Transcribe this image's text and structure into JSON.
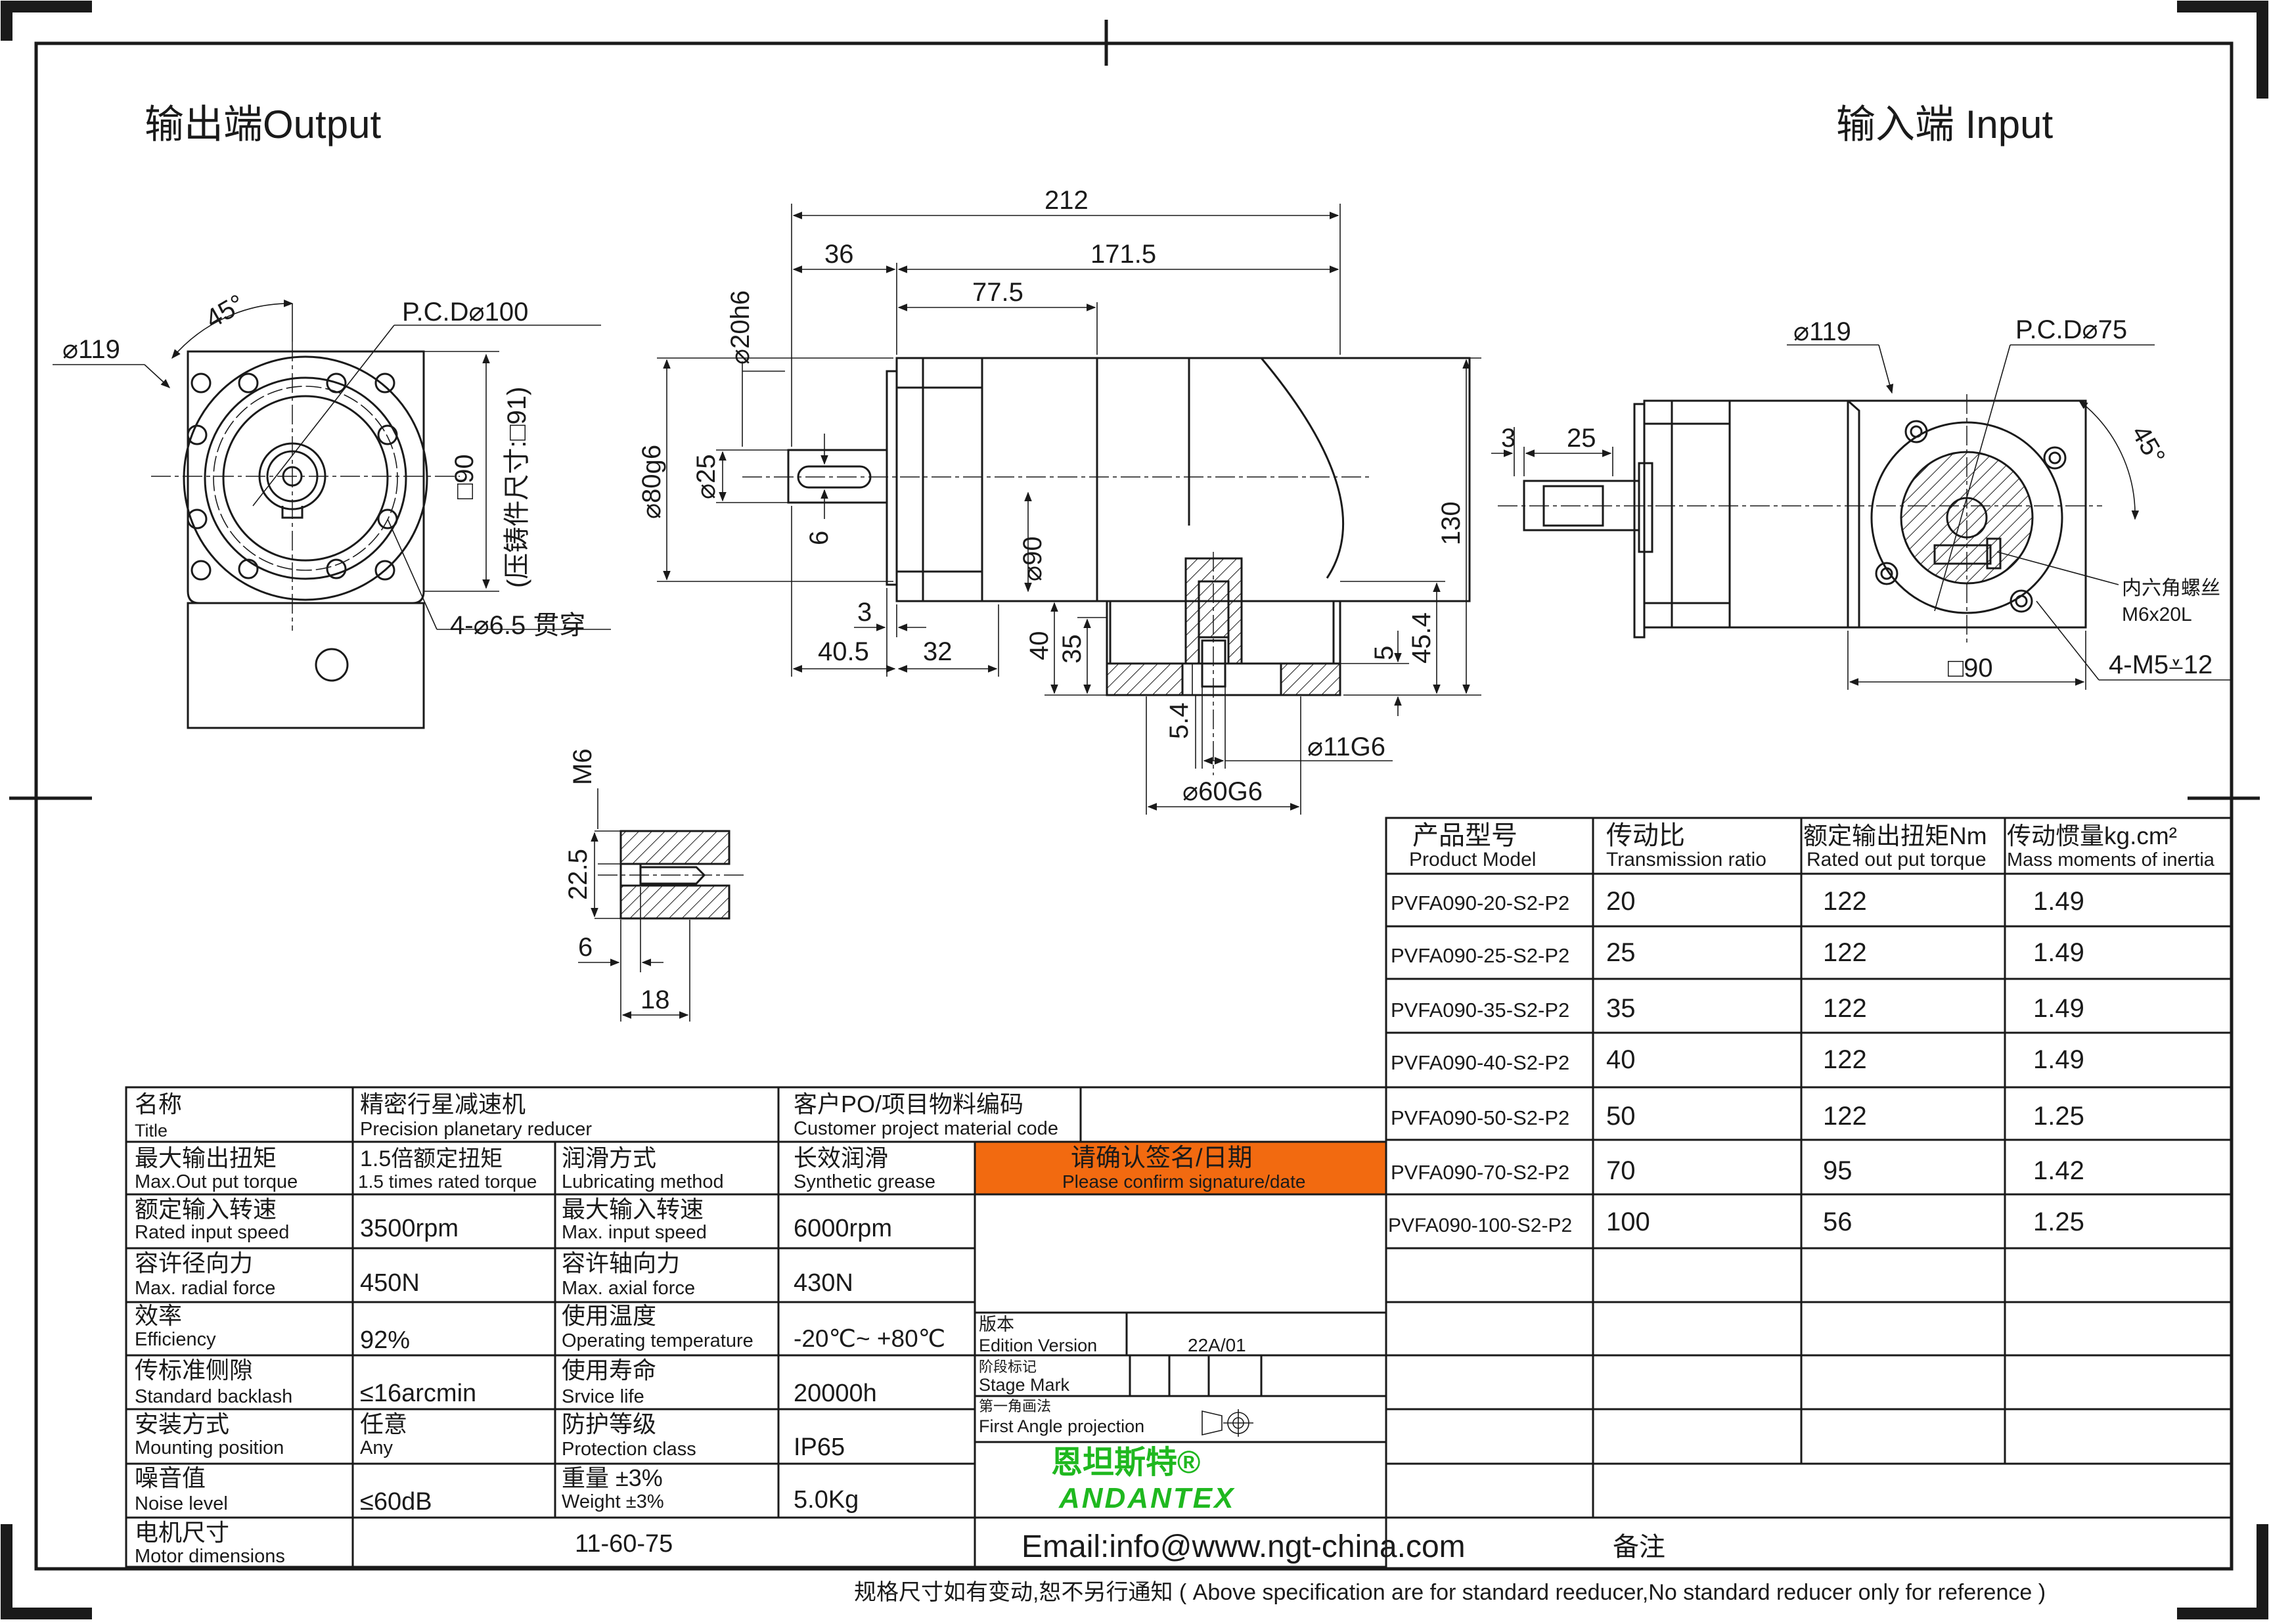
{
  "headings": {
    "output": "输出端Output",
    "input": "输入端 Input"
  },
  "dimensions": {
    "d212": "212",
    "d36": "36",
    "d171_5": "171.5",
    "d77_5": "77.5",
    "d130": "130",
    "d20h6": "⌀20h6",
    "d80g6": "⌀80g6",
    "d25": "⌀25",
    "d6": "6",
    "d90": "⌀90",
    "d3": "3",
    "d40_5": "40.5",
    "d32": "32",
    "d40": "40",
    "d35": "35",
    "d5": "5",
    "d45_4": "45.4",
    "d5_4": "5.4",
    "d11g6": "⌀11G6",
    "d60g6": "⌀60G6",
    "out_119": "⌀119",
    "out_pcd": "P.C.D⌀100",
    "out_angle": "45°",
    "out_sq90": "□90",
    "out_cast": "(压铸件尺寸:□91)",
    "out_holes": "4-⌀6.5 贯穿",
    "in_119": "⌀119",
    "in_pcd": "P.C.D⌀75",
    "in_angle": "45°",
    "in_3": "3",
    "in_25": "25",
    "in_sq90": "□90",
    "in_screw_cn": "内六角螺丝",
    "in_screw": "M6x20L",
    "in_m5": "4-M5⩡12",
    "det_m6": "M6",
    "det_22_5": "22.5",
    "det_6": "6",
    "det_18": "18"
  },
  "spec_table": {
    "headers": {
      "model_cn": "产品型号",
      "model_en": "Product Model",
      "ratio_cn": "传动比",
      "ratio_en": "Transmission ratio",
      "torque_cn": "额定输出扭矩Nm",
      "torque_en": "Rated out put torque",
      "inertia_cn": "传动惯量kg.cm²",
      "inertia_en": "Mass moments of inertia"
    },
    "rows": [
      {
        "model": "PVFA090-20-S2-P2",
        "ratio": "20",
        "torque": "122",
        "inertia": "1.49"
      },
      {
        "model": "PVFA090-25-S2-P2",
        "ratio": "25",
        "torque": "122",
        "inertia": "1.49"
      },
      {
        "model": "PVFA090-35-S2-P2",
        "ratio": "35",
        "torque": "122",
        "inertia": "1.49"
      },
      {
        "model": "PVFA090-40-S2-P2",
        "ratio": "40",
        "torque": "122",
        "inertia": "1.49"
      },
      {
        "model": "PVFA090-50-S2-P2",
        "ratio": "50",
        "torque": "122",
        "inertia": "1.25"
      },
      {
        "model": "PVFA090-70-S2-P2",
        "ratio": "70",
        "torque": "95",
        "inertia": "1.42"
      },
      {
        "model": "PVFA090-100-S2-P2",
        "ratio": "100",
        "torque": "56",
        "inertia": "1.25"
      }
    ]
  },
  "title_block": {
    "title_cn": "名称",
    "title_en": "Title",
    "title_value_cn": "精密行星减速机",
    "title_value_en": "Precision planetary reducer",
    "customer_cn": "客户PO/项目物料编码",
    "customer_en": "Customer project material code",
    "confirm_cn": "请确认签名/日期",
    "confirm_en": "Please confirm signature/date",
    "rows": [
      {
        "l1_cn": "最大输出扭矩",
        "l1_en": "Max.Out put torque",
        "v1_cn": "1.5倍额定扭矩",
        "v1_en": "1.5 times rated torque",
        "l2_cn": "润滑方式",
        "l2_en": "Lubricating method",
        "v2_cn": "长效润滑",
        "v2_en": "Synthetic grease"
      },
      {
        "l1_cn": "额定输入转速",
        "l1_en": "Rated input speed",
        "v1": "3500rpm",
        "l2_cn": "最大输入转速",
        "l2_en": "Max. input speed",
        "v2": "6000rpm"
      },
      {
        "l1_cn": "容许径向力",
        "l1_en": "Max. radial force",
        "v1": "450N",
        "l2_cn": "容许轴向力",
        "l2_en": "Max. axial force",
        "v2": "430N"
      },
      {
        "l1_cn": "效率",
        "l1_en": "Efficiency",
        "v1": "92%",
        "l2_cn": "使用温度",
        "l2_en": "Operating temperature",
        "v2": "-20℃~ +80℃"
      },
      {
        "l1_cn": "传标准侧隙",
        "l1_en": "Standard backlash",
        "v1": "≤16arcmin",
        "l2_cn": "使用寿命",
        "l2_en": "Srvice life",
        "v2": "20000h"
      },
      {
        "l1_cn": "安装方式",
        "l1_en": "Mounting position",
        "v1_cn": "任意",
        "v1_en": "Any",
        "l2_cn": "防护等级",
        "l2_en": "Protection class",
        "v2": "IP65"
      },
      {
        "l1_cn": "噪音值",
        "l1_en": "Noise level",
        "v1": "≤60dB",
        "l2_cn": "重量 ±3%",
        "l2_en": "Weight ±3%",
        "v2": "5.0Kg"
      }
    ],
    "motor_cn": "电机尺寸",
    "motor_en": "Motor dimensions",
    "motor_value": "11-60-75",
    "edition_cn": "版本",
    "edition_en": "Edition Version",
    "edition_value": "22A/01",
    "stage_cn": "阶段标记",
    "stage_en": "Stage Mark",
    "angle_cn": "第一角画法",
    "angle_en": "First Angle projection",
    "brand_cn": "恩坦斯特®",
    "brand_en": "ANDANTEX",
    "email": "Email:info@www.ngt-china.com",
    "remark": "备注"
  },
  "footer": "规格尺寸如有变动,恕不另行通知 ( Above specification are for standard reeducer,No standard reducer only for reference )",
  "colors": {
    "confirm_bg": "#f26a10",
    "brand_green": "#1fb81f",
    "line": "#1a1a1a"
  }
}
